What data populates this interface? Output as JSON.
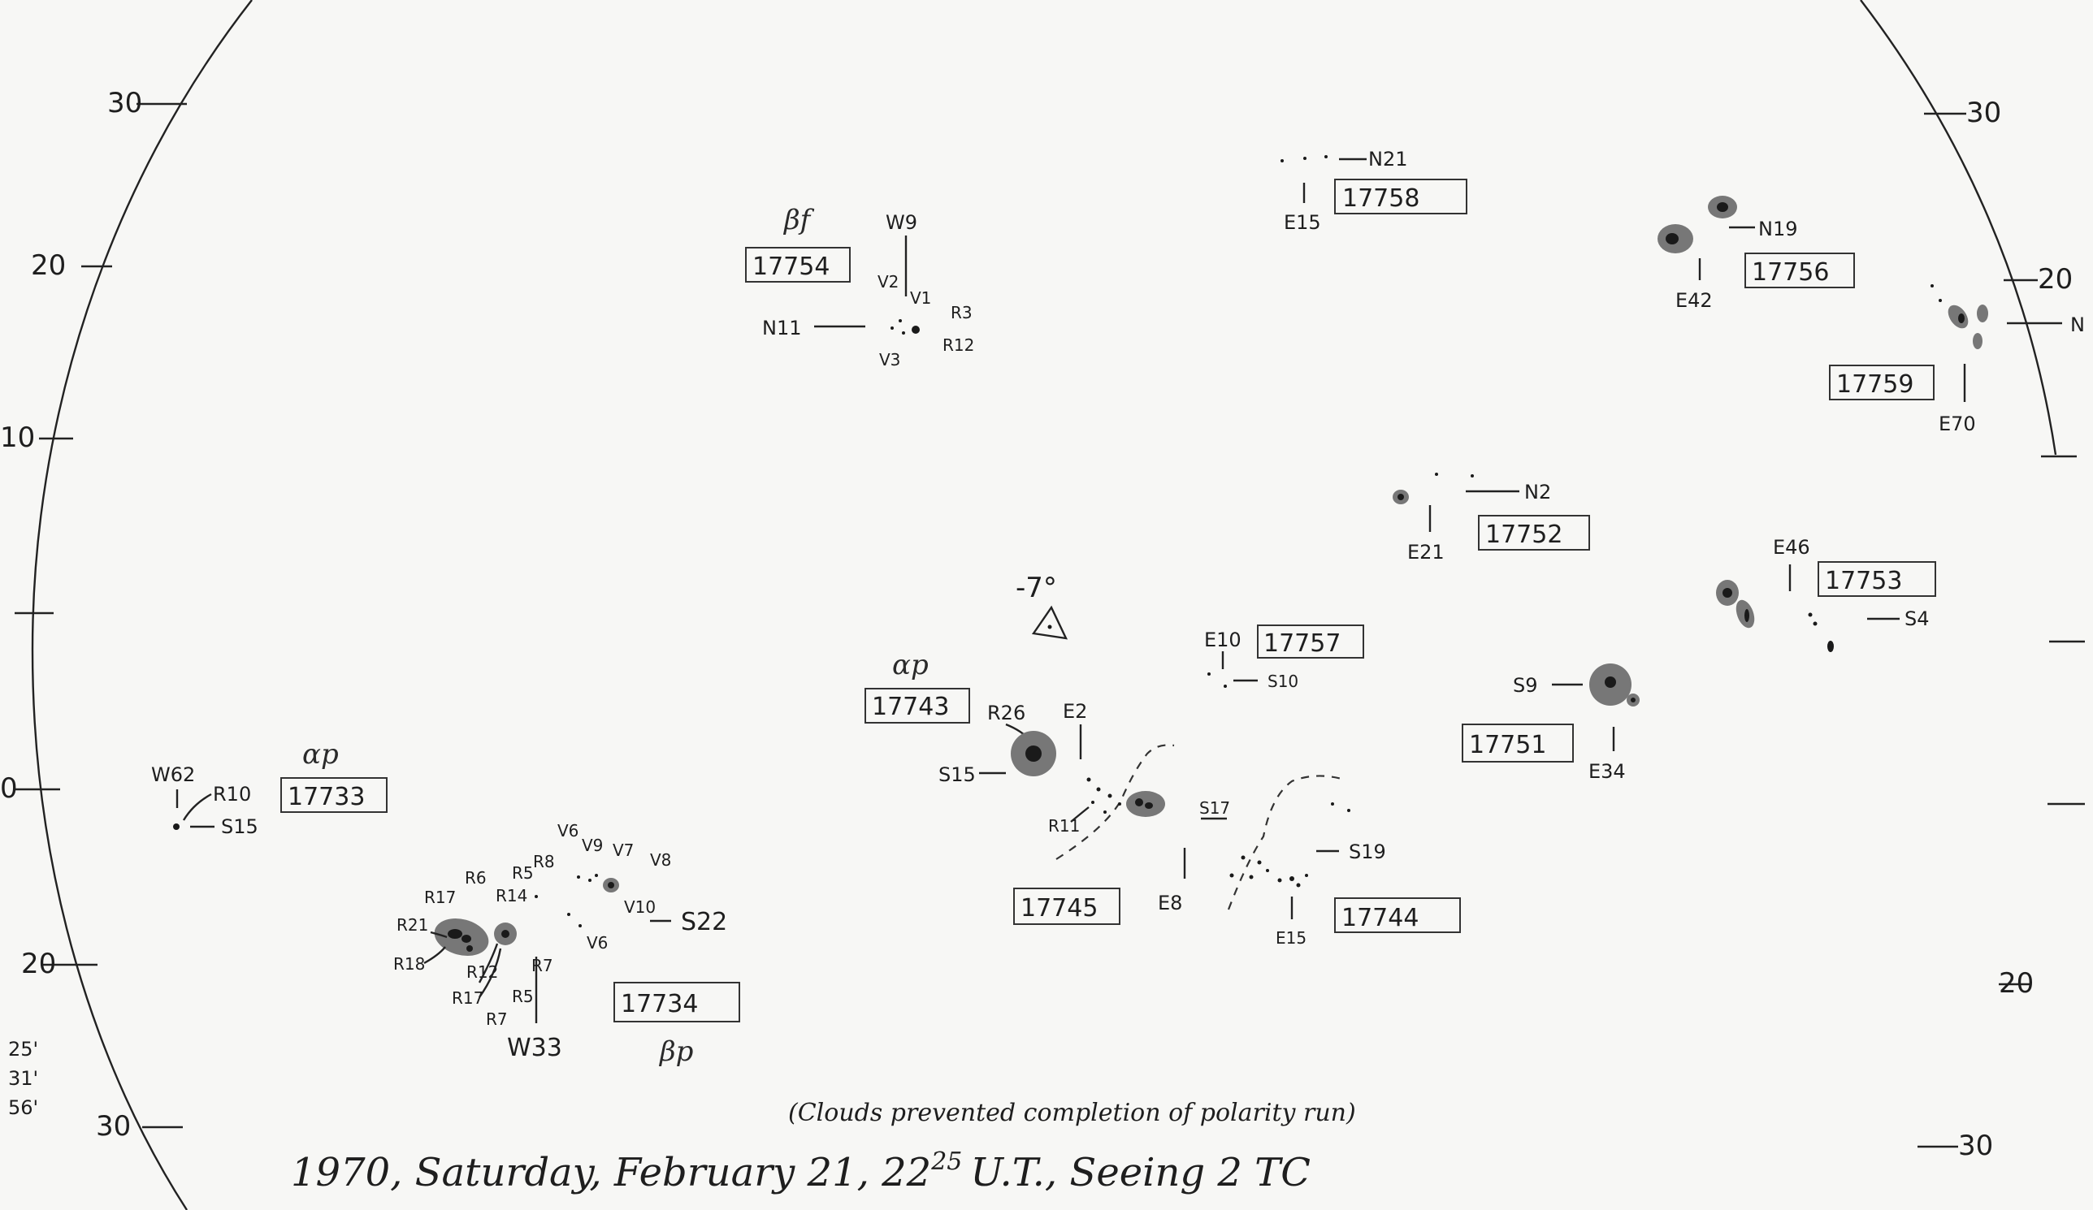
{
  "footer": {
    "line1": "1970, Saturday, February 21, 22",
    "superscript": "25",
    "line2": "U.T., Seeing 2 TC",
    "note": "(Clouds prevented completion of polarity run)"
  },
  "left_scale": [
    "30",
    "20",
    "10",
    "0",
    "20",
    "30"
  ],
  "right_scale": [
    "30",
    "20",
    "20",
    "30"
  ],
  "left_margin": [
    "25'",
    "31'",
    "56'"
  ],
  "center_mark": "-7°",
  "groups": {
    "g17754": {
      "number": "17754",
      "class": "βf",
      "w": "W9",
      "n": "N11",
      "sub": [
        "V2",
        "V1",
        "R3",
        "R12",
        "V3"
      ]
    },
    "g17758": {
      "number": "17758",
      "n": "N21",
      "e": "E15"
    },
    "g17756": {
      "number": "17756",
      "n": "N19",
      "e": "E42"
    },
    "g17759": {
      "number": "17759",
      "e": "E70",
      "n": "N"
    },
    "g17752": {
      "number": "17752",
      "n": "N2",
      "e": "E21"
    },
    "g17753": {
      "number": "17753",
      "e": "E46",
      "s": "S4"
    },
    "g17757": {
      "number": "17757",
      "e": "E10",
      "s": "S10"
    },
    "g17751": {
      "number": "17751",
      "s": "S9",
      "e": "E34"
    },
    "g17743": {
      "number": "17743",
      "class": "αp",
      "r": "R26",
      "e": "E2",
      "s": "S15",
      "r2": "R11"
    },
    "g17745": {
      "number": "17745",
      "e": "E8"
    },
    "g17744": {
      "number": "17744",
      "s": "S17",
      "s2": "S19",
      "e": "E15"
    },
    "g17733": {
      "number": "17733",
      "class": "αp",
      "w": "W62",
      "r": "R10",
      "s": "S15"
    },
    "g17734": {
      "number": "17734",
      "class": "βp",
      "w": "W33",
      "s": "S22",
      "sub": [
        "R17",
        "R6",
        "R14",
        "R5",
        "R8",
        "V6",
        "V9",
        "V7",
        "V8",
        "R21",
        "R18",
        "R12",
        "R7",
        "V10",
        "V6",
        "R17",
        "R5",
        "R7"
      ]
    }
  }
}
